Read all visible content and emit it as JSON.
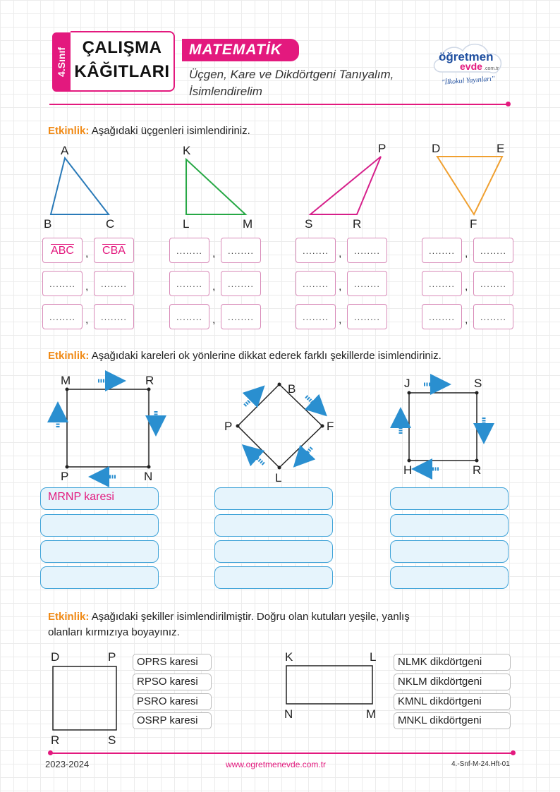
{
  "header": {
    "grade": "4.Sınıf",
    "title_line1": "ÇALIŞMA",
    "title_line2": "KÂĞITLARI",
    "subject": "MATEMATİK",
    "topic_line1": "Üçgen, Kare ve Dikdörtgeni Tanıyalım,",
    "topic_line2": "İsimlendirelim",
    "logo_main": "öğretmen",
    "logo_sub": "evde",
    "logo_tld": ".com.tr",
    "logo_tagline": "\"İlkokul Yayınları\""
  },
  "activity1": {
    "label": "Etkinlik:",
    "text": "Aşağıdaki üçgenleri isimlendiriniz.",
    "triangles": [
      {
        "vertices": [
          "A",
          "B",
          "C"
        ],
        "color": "#2a7ab8"
      },
      {
        "vertices": [
          "K",
          "L",
          "M"
        ],
        "color": "#27a845"
      },
      {
        "vertices": [
          "P",
          "S",
          "R"
        ],
        "color": "#d61f8a"
      },
      {
        "vertices": [
          "D",
          "E",
          "F"
        ],
        "color": "#f0a030"
      }
    ],
    "blank": "........",
    "comma": ",",
    "example1": "ABC",
    "example2": "CBA"
  },
  "activity2": {
    "label": "Etkinlik:",
    "text": "Aşağıdaki kareleri ok yönlerine dikkat ederek farklı şekillerde isimlendiriniz.",
    "square1": {
      "labels": [
        "M",
        "R",
        "N",
        "P"
      ]
    },
    "square2": {
      "labels": [
        "B",
        "F",
        "L",
        "P"
      ]
    },
    "square3": {
      "labels": [
        "J",
        "S",
        "R",
        "H"
      ]
    },
    "example_answer": "MRNP karesi",
    "arrow_color": "#2a8fd0"
  },
  "activity3": {
    "label": "Etkinlik:",
    "text_line1": "Aşağıdaki şekiller isimlendirilmiştir. Doğru olan kutuları yeşile, yanlış",
    "text_line2": "olanları kırmızıya boyayınız.",
    "square": {
      "labels": [
        "D",
        "P",
        "R",
        "S"
      ]
    },
    "rectangle": {
      "labels": [
        "K",
        "L",
        "N",
        "M"
      ]
    },
    "square_options": [
      "OPRS karesi",
      "RPSO karesi",
      "PSRO karesi",
      "OSRP karesi"
    ],
    "rect_options": [
      "NLMK dikdörtgeni",
      "NKLM dikdörtgeni",
      "KMNL dikdörtgeni",
      "MNKL dikdörtgeni"
    ]
  },
  "footer": {
    "year": "2023-2024",
    "url": "www.ogretmenevde.com.tr",
    "code": "4.-Snf-M-24.Hft-01"
  },
  "colors": {
    "accent": "#e3197e",
    "orange": "#f08a16",
    "blue": "#3fa3d8"
  }
}
